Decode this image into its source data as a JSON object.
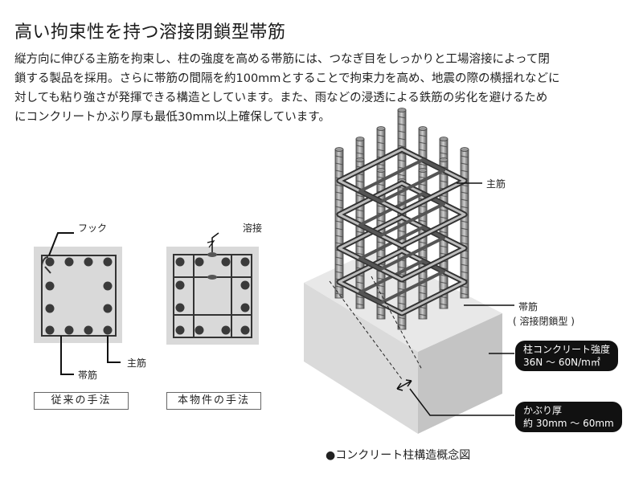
{
  "title": "高い拘束性を持つ溶接閉鎖型帯筋",
  "paragraph_lines": [
    "縦方向に伸びる主筋を拘束し、柱の強度を高める帯筋には、つなぎ目をしっかりと工場溶接によって閉",
    "鎖する製品を採用。さらに帯筋の間隔を約100mmとすることで拘束力を高め、地震の際の横揺れなどに",
    "対しても粘り強さが発揮できる構造としています。また、雨などの浸透による鉄筋の劣化を避けるため",
    "にコンクリートかぶり厚も最低30mm以上確保しています。"
  ],
  "left_diagram": {
    "hook_label": "フック",
    "main_bar_label": "主筋",
    "hoop_label": "帯筋",
    "caption": "従来の手法"
  },
  "middle_diagram": {
    "weld_label": "溶接",
    "caption": "本物件の手法"
  },
  "right_diagram": {
    "main_bar_label": "主筋",
    "hoop_label": "帯筋",
    "hoop_sublabel": "( 溶接閉鎖型 )",
    "strength_callout_line1": "柱コンクリート強度",
    "strength_callout_line2": "36N ～ 60N/m㎡",
    "cover_callout_line1": "かぶり厚",
    "cover_callout_line2": "約 30mm ～ 60mm",
    "caption": "●コンクリート柱構造概念図"
  }
}
